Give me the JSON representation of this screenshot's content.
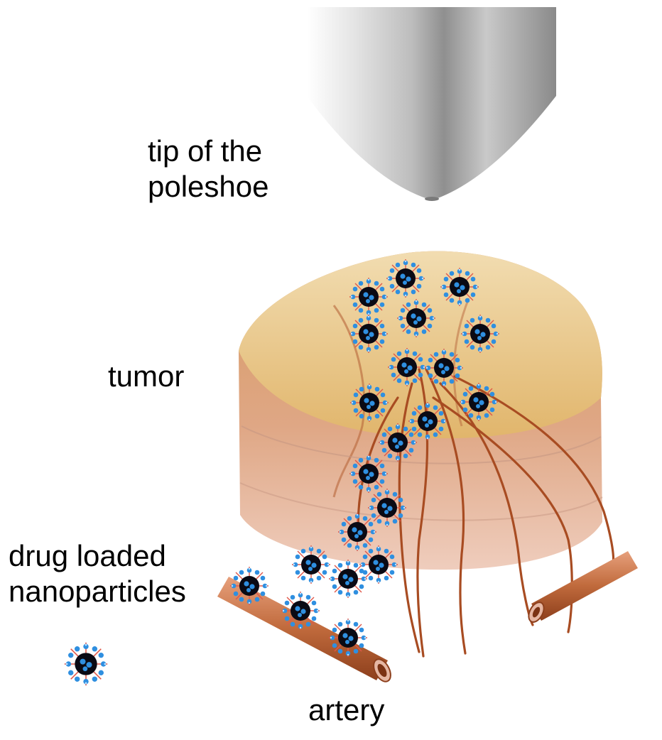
{
  "labels": {
    "poleshoe_line1": "tip of the",
    "poleshoe_line2": "poleshoe",
    "tumor": "tumor",
    "drug_line1": "drug loaded",
    "drug_line2": "nanoparticles",
    "artery": "artery"
  },
  "colors": {
    "background": "#ffffff",
    "text": "#000000",
    "poleshoe_metal": "#b5b5b5",
    "tumor_top": "#e8c27a",
    "tumor_body": "#d99a6c",
    "tumor_lower": "#e9bfa8",
    "vessel": "#b45a2a",
    "nanoparticle_core": "#0a0a14",
    "nanoparticle_coating": "#2f8fe0",
    "nanoparticle_spike": "#e0584a"
  },
  "icons": {
    "poleshoe": "magnet-poleshoe-icon",
    "nanoparticle": "nanoparticle-icon",
    "artery": "artery-vessel-icon",
    "tumor": "tumor-tissue-icon"
  }
}
